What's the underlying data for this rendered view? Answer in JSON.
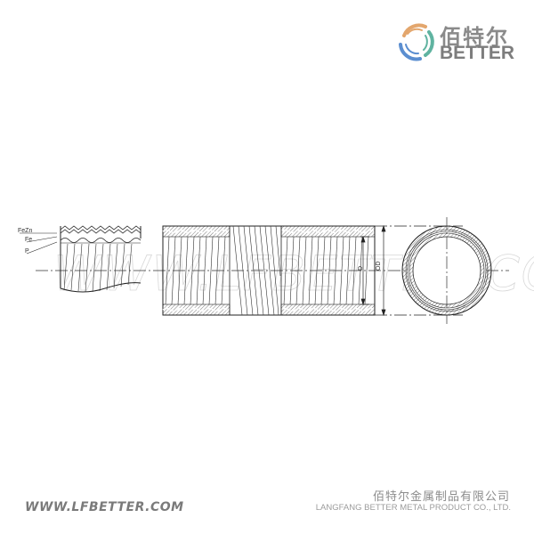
{
  "logo": {
    "cn": "佰特尔",
    "en": "BETTER",
    "icon": "ring-swirl-logo-icon",
    "colors": {
      "orange": "#e3a66d",
      "green": "#5fb3a0",
      "blue": "#5b8ed0",
      "gray": "#808080"
    }
  },
  "drawing": {
    "watermark": "WWW.LFBETTER.COM",
    "layer_labels": [
      "FeZn",
      "Fe",
      "P"
    ],
    "dimension_labels": {
      "inner": "D",
      "outer": "OD"
    }
  },
  "footer": {
    "website": "WWW.LFBETTER.COM",
    "company_cn": "佰特尔金属制品有限公司",
    "company_en": "LANGFANG BETTER METAL PRODUCT CO., LTD."
  }
}
